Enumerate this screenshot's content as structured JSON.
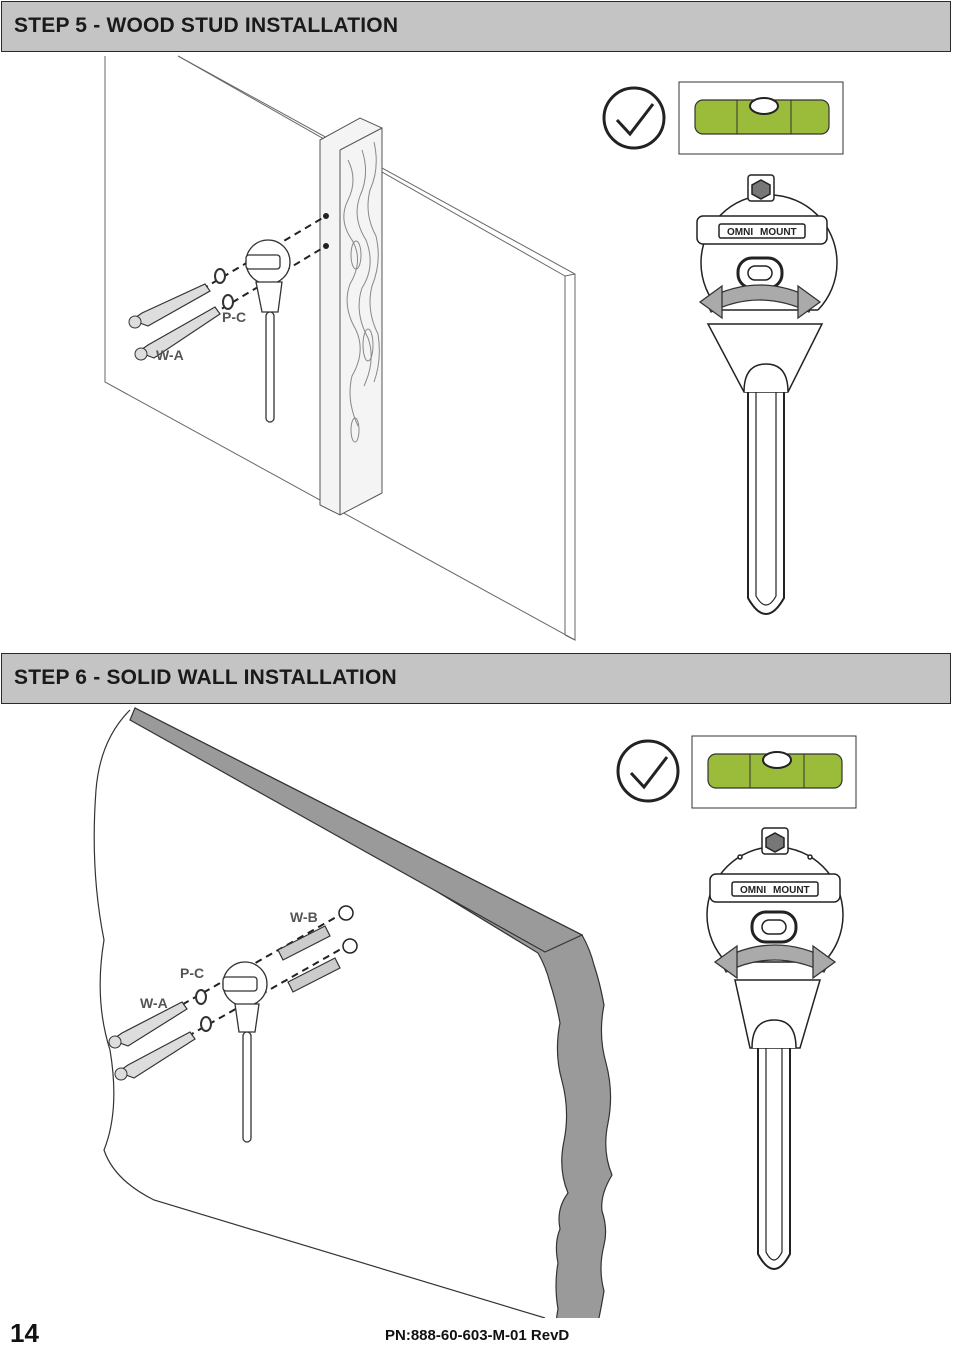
{
  "step5": {
    "title": "STEP 5 - WOOD STUD INSTALLATION",
    "labels": {
      "washer": "P-C",
      "screw": "W-A"
    },
    "brand": {
      "left": "OMNI",
      "right": "MOUNT"
    }
  },
  "step6": {
    "title": "STEP 6 - SOLID WALL INSTALLATION",
    "labels": {
      "anchor": "W-B",
      "washer": "P-C",
      "screw": "W-A"
    },
    "brand": {
      "left": "OMNI",
      "right": "MOUNT"
    }
  },
  "footer": {
    "page_number": "14",
    "part_number": "PN:888-60-603-M-01 RevD"
  },
  "colors": {
    "header_bg": "#c4c4c4",
    "level_green": "#9bbb3a",
    "wall_edge_gray": "#9a9a9a"
  }
}
